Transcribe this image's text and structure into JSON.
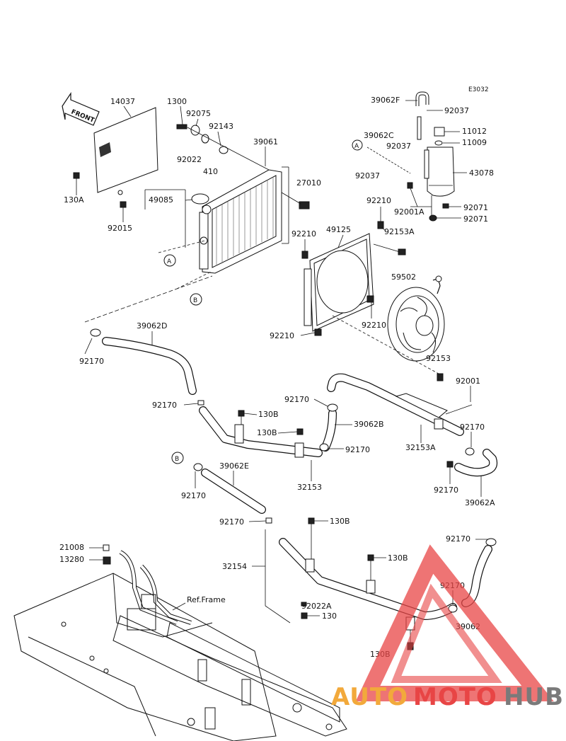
{
  "diagram": {
    "code": "E3032",
    "front_label": "FRONT",
    "ref_frame": "Ref.Frame",
    "markers": [
      "A",
      "B"
    ],
    "watermark": {
      "part1": "AUTO",
      "part2": "MOTO",
      "part3": "HUB",
      "color1": "#f2a93b",
      "color2": "#e84545",
      "color3": "#7a7a7a"
    },
    "labels": {
      "p14037": "14037",
      "p1300": "1300",
      "p92075": "92075",
      "p92143": "92143",
      "p92022": "92022",
      "p410": "410",
      "p39061": "39061",
      "p27010": "27010",
      "p130A": "130A",
      "p92015": "92015",
      "p49085": "49085",
      "p39062F": "39062F",
      "p92037a": "92037",
      "p39062C": "39062C",
      "p92037b": "92037",
      "p92037c": "92037",
      "p11012": "11012",
      "p11009": "11009",
      "p43078": "43078",
      "p92210a": "92210",
      "p92001A": "92001A",
      "p92071a": "92071",
      "p92071b": "92071",
      "p92153A": "92153A",
      "p49125": "49125",
      "p92210b": "92210",
      "p59502": "59502",
      "p92210c": "92210",
      "p92210d": "92210",
      "p92153": "92153",
      "p39062D": "39062D",
      "p92170a": "92170",
      "p92170b": "92170",
      "p92001": "92001",
      "p92170c": "92170",
      "p130Ba": "130B",
      "p130Bb": "130B",
      "p39062B": "39062B",
      "p92170d": "92170",
      "p32153A": "32153A",
      "p92170e": "92170",
      "p32153": "32153",
      "p39062E": "39062E",
      "p92170f": "92170",
      "p92170g": "92170",
      "p39062A": "39062A",
      "p92170h": "92170",
      "p130Bc": "130B",
      "p21008": "21008",
      "p13280": "13280",
      "p130Bd": "130B",
      "p92170i": "92170",
      "p32154": "32154",
      "p92022A": "92022A",
      "p130": "130",
      "p39062": "39062",
      "p130Be": "130B",
      "p92170j": "92170"
    }
  }
}
